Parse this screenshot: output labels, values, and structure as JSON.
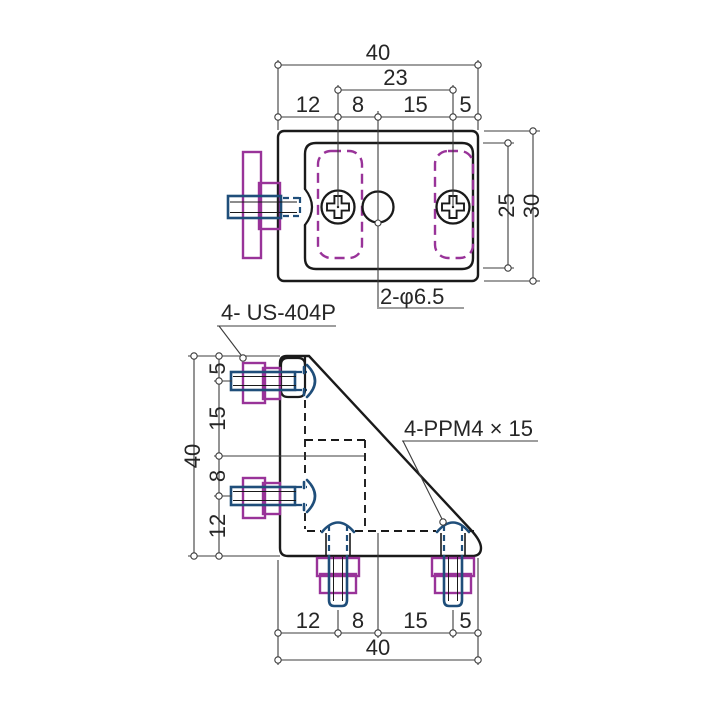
{
  "drawing": {
    "colors": {
      "outline": "#1a1a1a",
      "nut_purple": "#993399",
      "screw_blue": "#1f4e7a",
      "dimension_gray": "#3c3c3c"
    },
    "top_view": {
      "dim_total_width": "40",
      "dim_inner_width": "23",
      "dim_seg_12": "12",
      "dim_seg_8": "8",
      "dim_seg_15": "15",
      "dim_seg_5": "5",
      "dim_inner_height": "25",
      "dim_total_height": "30",
      "hole_callout": "2-φ6.5"
    },
    "side_view": {
      "dim_total_height": "40",
      "dim_seg_5": "5",
      "dim_seg_15": "15",
      "dim_seg_8": "8",
      "dim_seg_12": "12",
      "dim_bottom_12": "12",
      "dim_bottom_8": "8",
      "dim_bottom_15": "15",
      "dim_bottom_5": "5",
      "dim_total_width": "40",
      "nut_bolt_callout": "4- US-404P",
      "screw_callout": "4-PPM4 × 15"
    }
  }
}
